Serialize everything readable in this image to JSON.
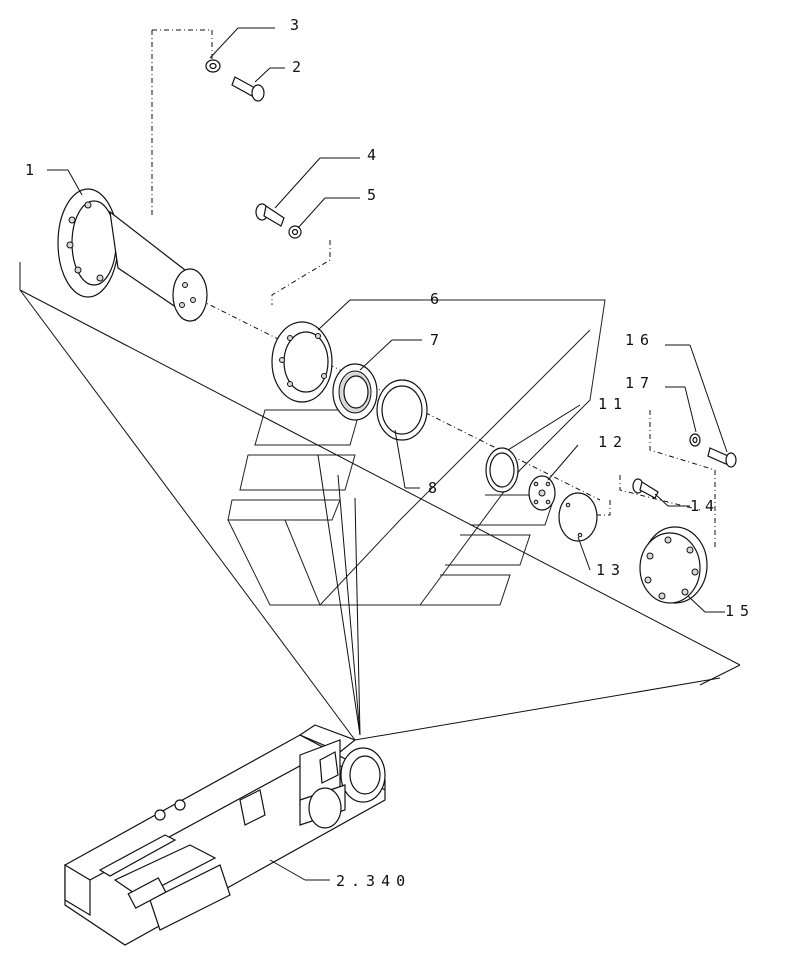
{
  "callouts": [
    {
      "id": "callout-1",
      "text": "1"
    },
    {
      "id": "callout-2",
      "text": "2"
    },
    {
      "id": "callout-3",
      "text": "3"
    },
    {
      "id": "callout-4",
      "text": "4"
    },
    {
      "id": "callout-5",
      "text": "5"
    },
    {
      "id": "callout-6",
      "text": "6"
    },
    {
      "id": "callout-7",
      "text": "7"
    },
    {
      "id": "callout-8",
      "text": "8"
    },
    {
      "id": "callout-11",
      "text": "11"
    },
    {
      "id": "callout-12",
      "text": "12"
    },
    {
      "id": "callout-13",
      "text": "13"
    },
    {
      "id": "callout-14",
      "text": "14"
    },
    {
      "id": "callout-15",
      "text": "15"
    },
    {
      "id": "callout-16",
      "text": "16"
    },
    {
      "id": "callout-17",
      "text": "17"
    },
    {
      "id": "callout-ref",
      "text": "2.340"
    }
  ]
}
